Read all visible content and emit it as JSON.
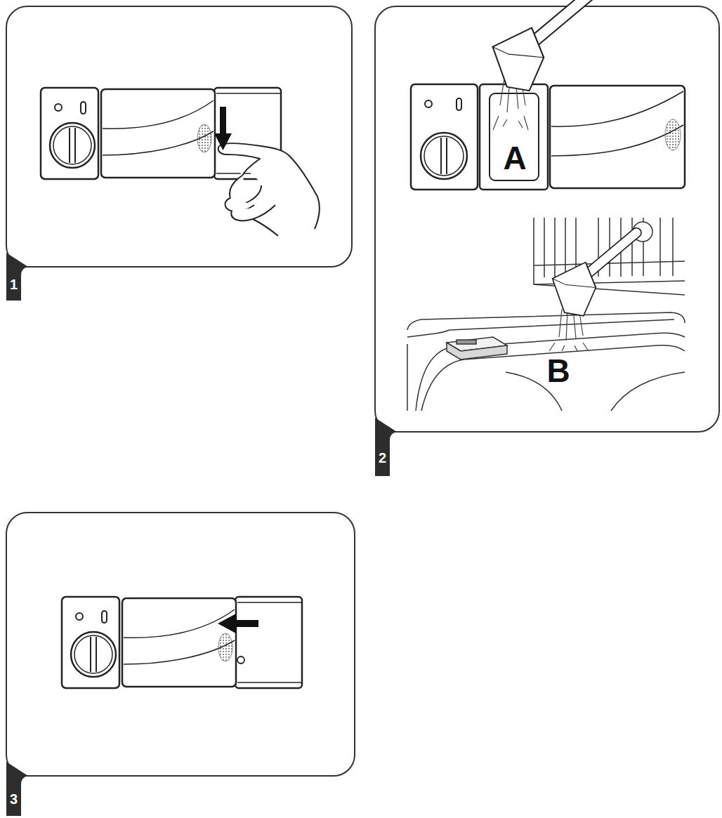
{
  "diagram": {
    "labels": [
      "1",
      "A",
      "B",
      "2",
      "3"
    ]
  }
}
